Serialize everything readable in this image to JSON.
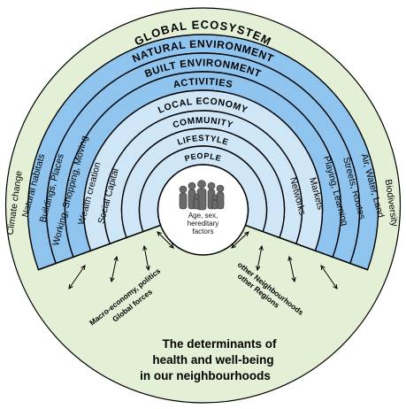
{
  "colors": {
    "outer_circle": "#e4f0d6",
    "band_blue": "#8ec4ee",
    "band_light": "#cfe6f6",
    "line": "#000000",
    "center": "#ffffff"
  },
  "diagram": {
    "outer_title": "GLOBAL ECOSYSTEM",
    "bands": [
      "NATURAL ENVIRONMENT",
      "BUILT ENVIRONMENT",
      "ACTIVITIES",
      "LOCAL ECONOMY",
      "COMMUNITY",
      "LIFESTYLE",
      "PEOPLE"
    ],
    "left_side": {
      "outer": "Climate change",
      "natural": "Natural habitats",
      "built": "Buildings, Places",
      "activities": "Working, Shopping, Moving",
      "economy": "Wealth creation",
      "community": "Social Capital"
    },
    "right_side": {
      "outer": "Biodiversity",
      "natural": "Air, Water, Land",
      "built": "Streets, Routes",
      "activities": "Playing, Learning",
      "economy": "Markets",
      "community": "Networks"
    },
    "center_text": [
      "Age, sex,",
      "hereditary",
      "factors"
    ],
    "external_left": [
      "Macro-economy, politics",
      "Global forces"
    ],
    "external_right": [
      "other Neighbourhoods",
      "other Regions"
    ],
    "caption": [
      "The determinants of",
      "health and well-being",
      "in our neighbourhoods"
    ]
  }
}
